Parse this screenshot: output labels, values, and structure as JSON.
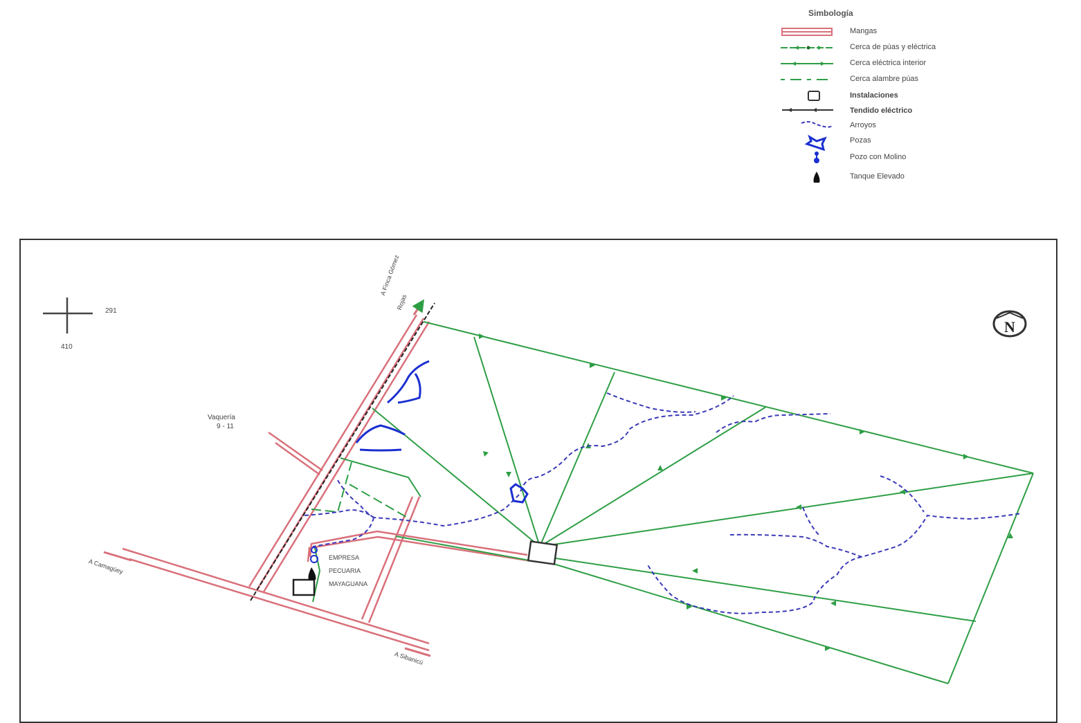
{
  "legend": {
    "title": "Simbología",
    "items": [
      {
        "label": "Mangas",
        "symbol": "double-red-line",
        "color": "#d9707a"
      },
      {
        "label": "Cerca de púas y eléctrica",
        "symbol": "green-arrow-line",
        "color": "#2e9e45"
      },
      {
        "label": "Cerca eléctrica interior",
        "symbol": "green-line-arrows",
        "color": "#2e9e45"
      },
      {
        "label": "Cerca alambre púas",
        "symbol": "green-dashed-line",
        "color": "#2e9e45"
      },
      {
        "label": "Instalaciones",
        "symbol": "square-outline",
        "color": "#333333"
      },
      {
        "label": "Tendido eléctrico",
        "symbol": "black-arrow-line",
        "color": "#222222"
      },
      {
        "label": "Arroyos",
        "symbol": "blue-dashed-wavy",
        "color": "#3a3ab8"
      },
      {
        "label": "Pozas",
        "symbol": "blue-pond",
        "color": "#1a2fd0"
      },
      {
        "label": "Pozo con Molino",
        "symbol": "blue-well",
        "color": "#1a2fd0"
      },
      {
        "label": "Tanque Elevado",
        "symbol": "black-tank",
        "color": "#111111"
      }
    ]
  },
  "map": {
    "coordinate_cross": {
      "x_label": "291",
      "y_label": "410"
    },
    "north_arrow": {
      "label": "N"
    },
    "labels": {
      "road_north": "A Finca Gómez",
      "road_north_2": "Rojas",
      "vaqueria": "Vaquería",
      "vaqueria_num": "9 - 11",
      "road_west": "A Camagüey",
      "road_south": "A Sibanicú",
      "company_1": "EMPRESA",
      "company_2": "PECUARIA",
      "company_3": "MAYAGUANA"
    },
    "colors": {
      "road": "#d9707a",
      "fence": "#2e9e45",
      "stream": "#3a3ab8",
      "pond": "#1a2fd0",
      "frame": "#333333"
    }
  }
}
